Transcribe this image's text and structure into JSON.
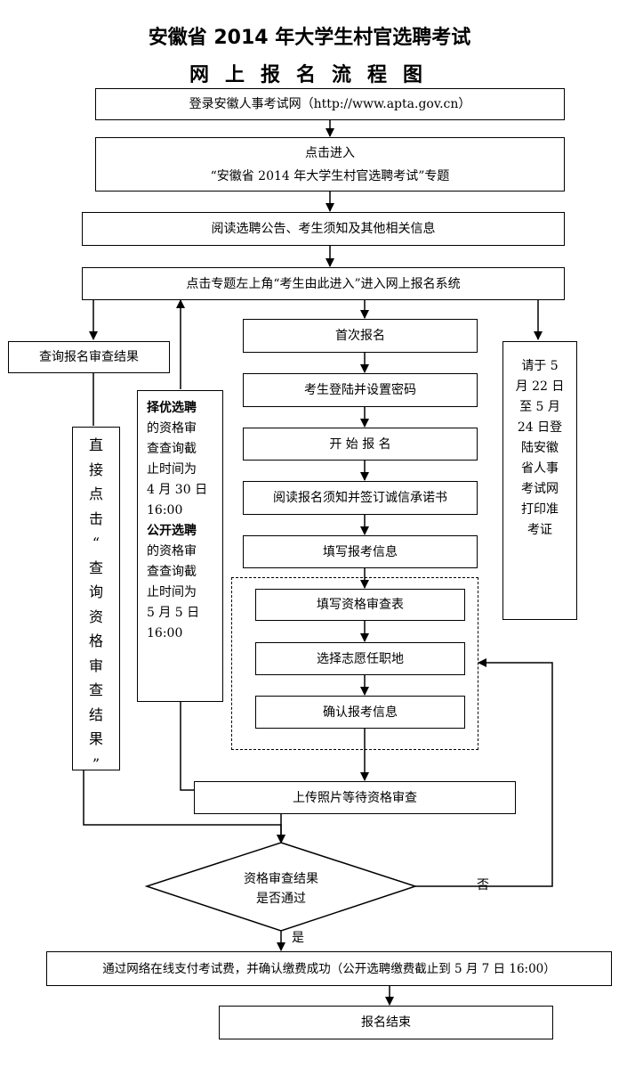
{
  "title_line1": "安徽省 2014 年大学生村官选聘考试",
  "title_line2": "网上报名流程图",
  "steps": {
    "login": "登录安徽人事考试网（http://www.apta.gov.cn）",
    "click_enter_1": "点击进入",
    "click_enter_2": "“安徽省 2014 年大学生村官选聘考试”专题",
    "read_notice": "阅读选聘公告、考生须知及其他相关信息",
    "enter_system": "点击专题左上角“考生由此进入”进入网上报名系统",
    "first_register": "首次报名",
    "login_password": "考生登陆并设置密码",
    "start_register": "开 始 报 名",
    "read_sign": "阅读报名须知并签订诚信承诺书",
    "fill_info": "填写报考信息",
    "fill_form": "填写资格审查表",
    "choose_place": "选择志愿任职地",
    "confirm_info": "确认报考信息",
    "upload_photo": "上传照片等待资格审查",
    "pay": "通过网络在线支付考试费，并确认缴费成功（公开选聘缴费截止到 5 月 7 日 16:00）",
    "end": "报名结束"
  },
  "query_result": "查询报名审查结果",
  "direct_click_chars": [
    "直",
    "接",
    "点",
    "击",
    "“",
    "查",
    "询",
    "资",
    "格",
    "审",
    "查",
    "结",
    "果",
    "”"
  ],
  "deadline_note": {
    "line1_bold": "择优选聘",
    "lines_a": [
      "的资格审",
      "查查询截",
      "止时间为",
      "4 月 30 日",
      "16:00"
    ],
    "line2_bold": "公开选聘",
    "lines_b": [
      "的资格审",
      "查查询截",
      "止时间为",
      "5 月 5 日",
      "16:00"
    ]
  },
  "print_note_lines": [
    "请于 5",
    "月 22 日",
    "至 5 月",
    "24 日登",
    "陆安徽",
    "省人事",
    "考试网",
    "打印准",
    "考证"
  ],
  "decision_line1": "资格审查结果",
  "decision_line2": "是否通过",
  "label_no": "否",
  "label_yes": "是"
}
